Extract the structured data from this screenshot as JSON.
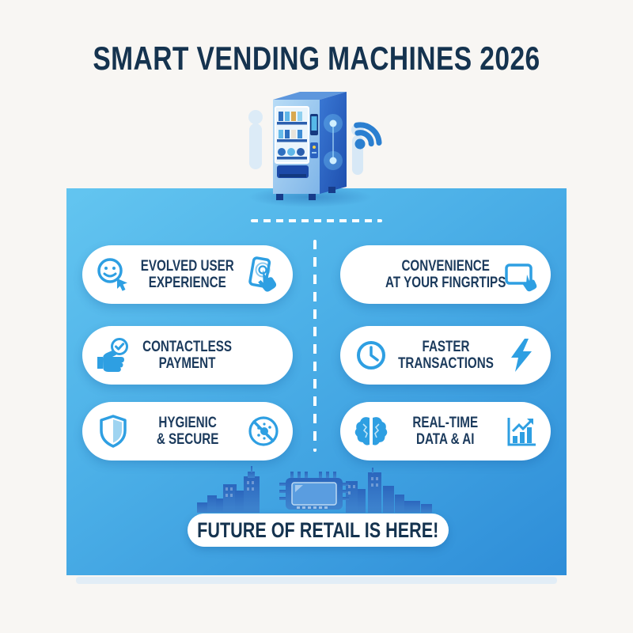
{
  "page": {
    "title": "SMART VENDING MACHINES 2026",
    "banner": "FUTURE OF RETAIL IS HERE!"
  },
  "hero": {
    "illustration": "smart-vending-machine",
    "side_icons": [
      "wifi-signal-icon"
    ]
  },
  "features": [
    {
      "id": "evolved-user-experience",
      "lines": [
        "EVOLVED USER",
        "EXPERIENCE"
      ],
      "left_icon": "smiley-cursor-icon",
      "right_icon": "phone-touch-icon"
    },
    {
      "id": "convenience-fingertips",
      "lines": [
        "CONVENIENCE",
        "AT YOUR FINGRTIPS"
      ],
      "left_icon": "",
      "right_icon": "tablet-touch-icon"
    },
    {
      "id": "contactless-payment",
      "lines": [
        "CONTACTLESS",
        "PAYMENT"
      ],
      "left_icon": "hand-check-icon",
      "right_icon": ""
    },
    {
      "id": "faster-transactions",
      "lines": [
        "FASTER",
        "TRANSACTIONS"
      ],
      "left_icon": "clock-icon",
      "right_icon": "lightning-icon"
    },
    {
      "id": "hygienic-secure",
      "lines": [
        "HYGIENIC",
        "& SECURE"
      ],
      "left_icon": "shield-icon",
      "right_icon": "no-germs-icon"
    },
    {
      "id": "real-time-data-ai",
      "lines": [
        "REAL-TIME",
        "DATA & AI"
      ],
      "left_icon": "brain-icon",
      "right_icon": "chart-growth-icon"
    }
  ],
  "colors": {
    "background": "#f8f6f3",
    "title_navy": "#15334f",
    "panel_top": "#63c5f0",
    "panel_bottom": "#2e8dd8",
    "card_text": "#1b3a5c",
    "icon_blue": "#2e9fe2",
    "skyline_blue": "#2e6cbf",
    "machine_side_blue": "#2457b8"
  }
}
